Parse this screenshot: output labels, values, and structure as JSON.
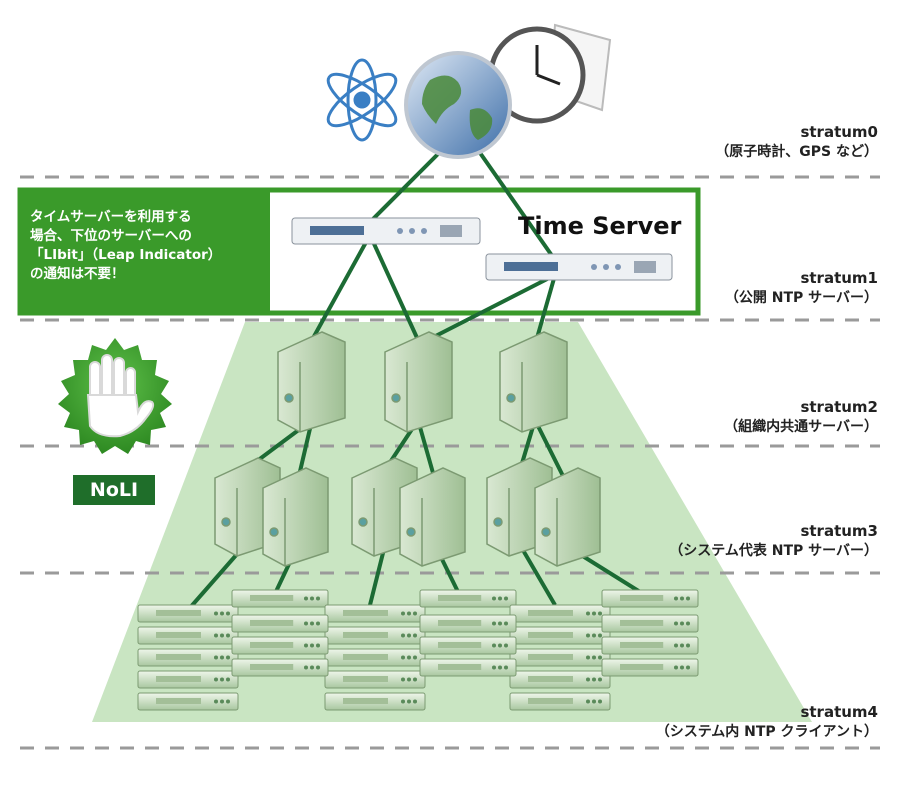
{
  "strata": [
    {
      "name": "stratum0",
      "desc": "（原子時計、GPS など）"
    },
    {
      "name": "stratum1",
      "desc": "（公開 NTP サーバー）"
    },
    {
      "name": "stratum2",
      "desc": "（組織内共通サーバー）"
    },
    {
      "name": "stratum3",
      "desc": "（システム代表 NTP サーバー）"
    },
    {
      "name": "stratum4",
      "desc": "（システム内 NTP クライアント）"
    }
  ],
  "time_server_title": "Time Server",
  "note_lines": [
    "タイムサーバーを利用する",
    "場合、下位のサーバーへの",
    "「LIbit」（Leap Indicator）",
    "の通知は不要！"
  ],
  "badge_text": "NoLI",
  "colors": {
    "accent_green": "#3a9a2a",
    "dark_green": "#1f6e2a",
    "line_green": "#1c6b34",
    "pyramid_green": "#c9e5c2",
    "dashed": "#9a9a9a"
  }
}
